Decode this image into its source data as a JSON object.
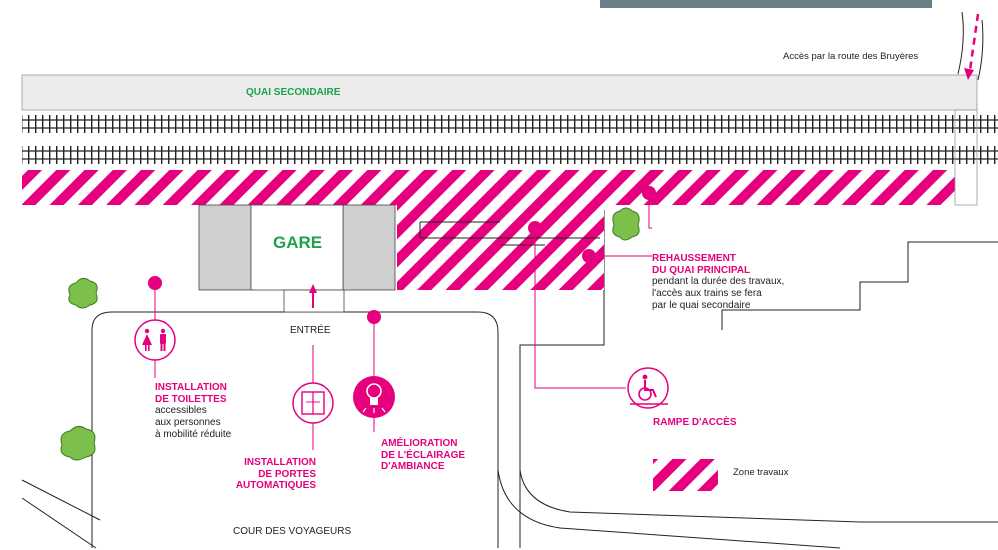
{
  "access_road_label": "Accès par la route des Bruyères",
  "secondary_platform_label": "QUAI SECONDAIRE",
  "station_label": "GARE",
  "entrance_label": "ENTRÉE",
  "courtyard_label": "COUR DES VOYAGEURS",
  "legend": {
    "works_zone_label": "Zone travaux"
  },
  "callouts": {
    "platform_raise": {
      "title_line1": "REHAUSSEMENT",
      "title_line2": "DU QUAI PRINCIPAL",
      "desc_line1": "pendant la durée des travaux,",
      "desc_line2": "l'accès aux trains se fera",
      "desc_line3": "par le quai secondaire"
    },
    "toilets": {
      "title_line1": "INSTALLATION",
      "title_line2": "DE TOILETTES",
      "desc_line1": "accessibles",
      "desc_line2": "aux personnes",
      "desc_line3": "à mobilité réduite"
    },
    "doors": {
      "title_line1": "INSTALLATION",
      "title_line2": "DE PORTES",
      "title_line3": "AUTOMATIQUES"
    },
    "lighting": {
      "title_line1": "AMÉLIORATION",
      "title_line2": "DE L'ÉCLAIRAGE",
      "title_line3": "D'AMBIANCE"
    },
    "ramp": {
      "title": "RAMPE D'ACCÈS"
    }
  },
  "colors": {
    "accent_pink": "#e6007e",
    "station_green": "#1aa34a",
    "platform_grey": "#ececec",
    "building_grey": "#cfcfcf",
    "tree_green": "#7cc04b"
  },
  "icons": [
    "toilets-icon",
    "automatic-door-icon",
    "light-bulb-icon",
    "wheelchair-icon",
    "tree-icon",
    "direction-arrow-icon"
  ]
}
